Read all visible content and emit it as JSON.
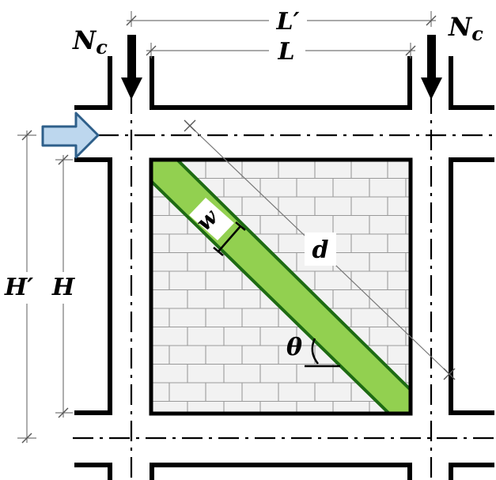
{
  "labels": {
    "nc_left_main": "N",
    "nc_left_sub": "c",
    "nc_right_main": "N",
    "nc_right_sub": "c",
    "l_prime": "L′",
    "l": "L",
    "h_prime": "H′",
    "h": "H",
    "d": "d",
    "w": "w",
    "theta": "θ"
  },
  "colors": {
    "strut_fill": "#92d050",
    "strut_edge": "#1e6b13",
    "brick_panel": "#f2f2f2",
    "brick_mortar": "#9a9a9a",
    "lateral_arrow_fill": "#bdd7ee",
    "lateral_arrow_edge": "#2e5f8a"
  },
  "icons": {
    "lateral_load": "arrow-right-icon",
    "axial_load": "arrow-down-icon"
  }
}
